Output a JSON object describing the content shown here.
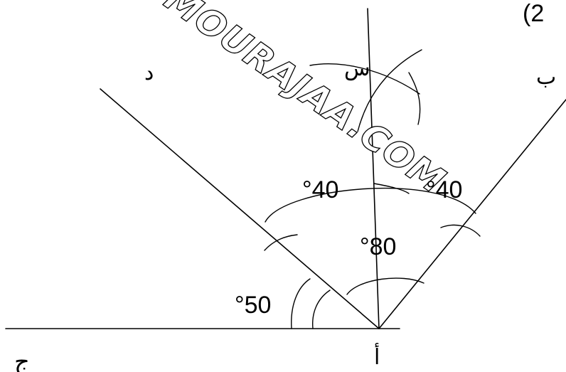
{
  "figure": {
    "corner_text": "(2",
    "points": {
      "a": "أ",
      "b": "ب",
      "j": "ج",
      "d": "د",
      "s": "س"
    },
    "angles": {
      "left_half": "°40",
      "right_half": "°40",
      "full": "°80",
      "bottom_left": "°50"
    },
    "watermark": "MOURAJAA.COM",
    "colors": {
      "line": "#000000",
      "background": "#ffffff"
    }
  }
}
